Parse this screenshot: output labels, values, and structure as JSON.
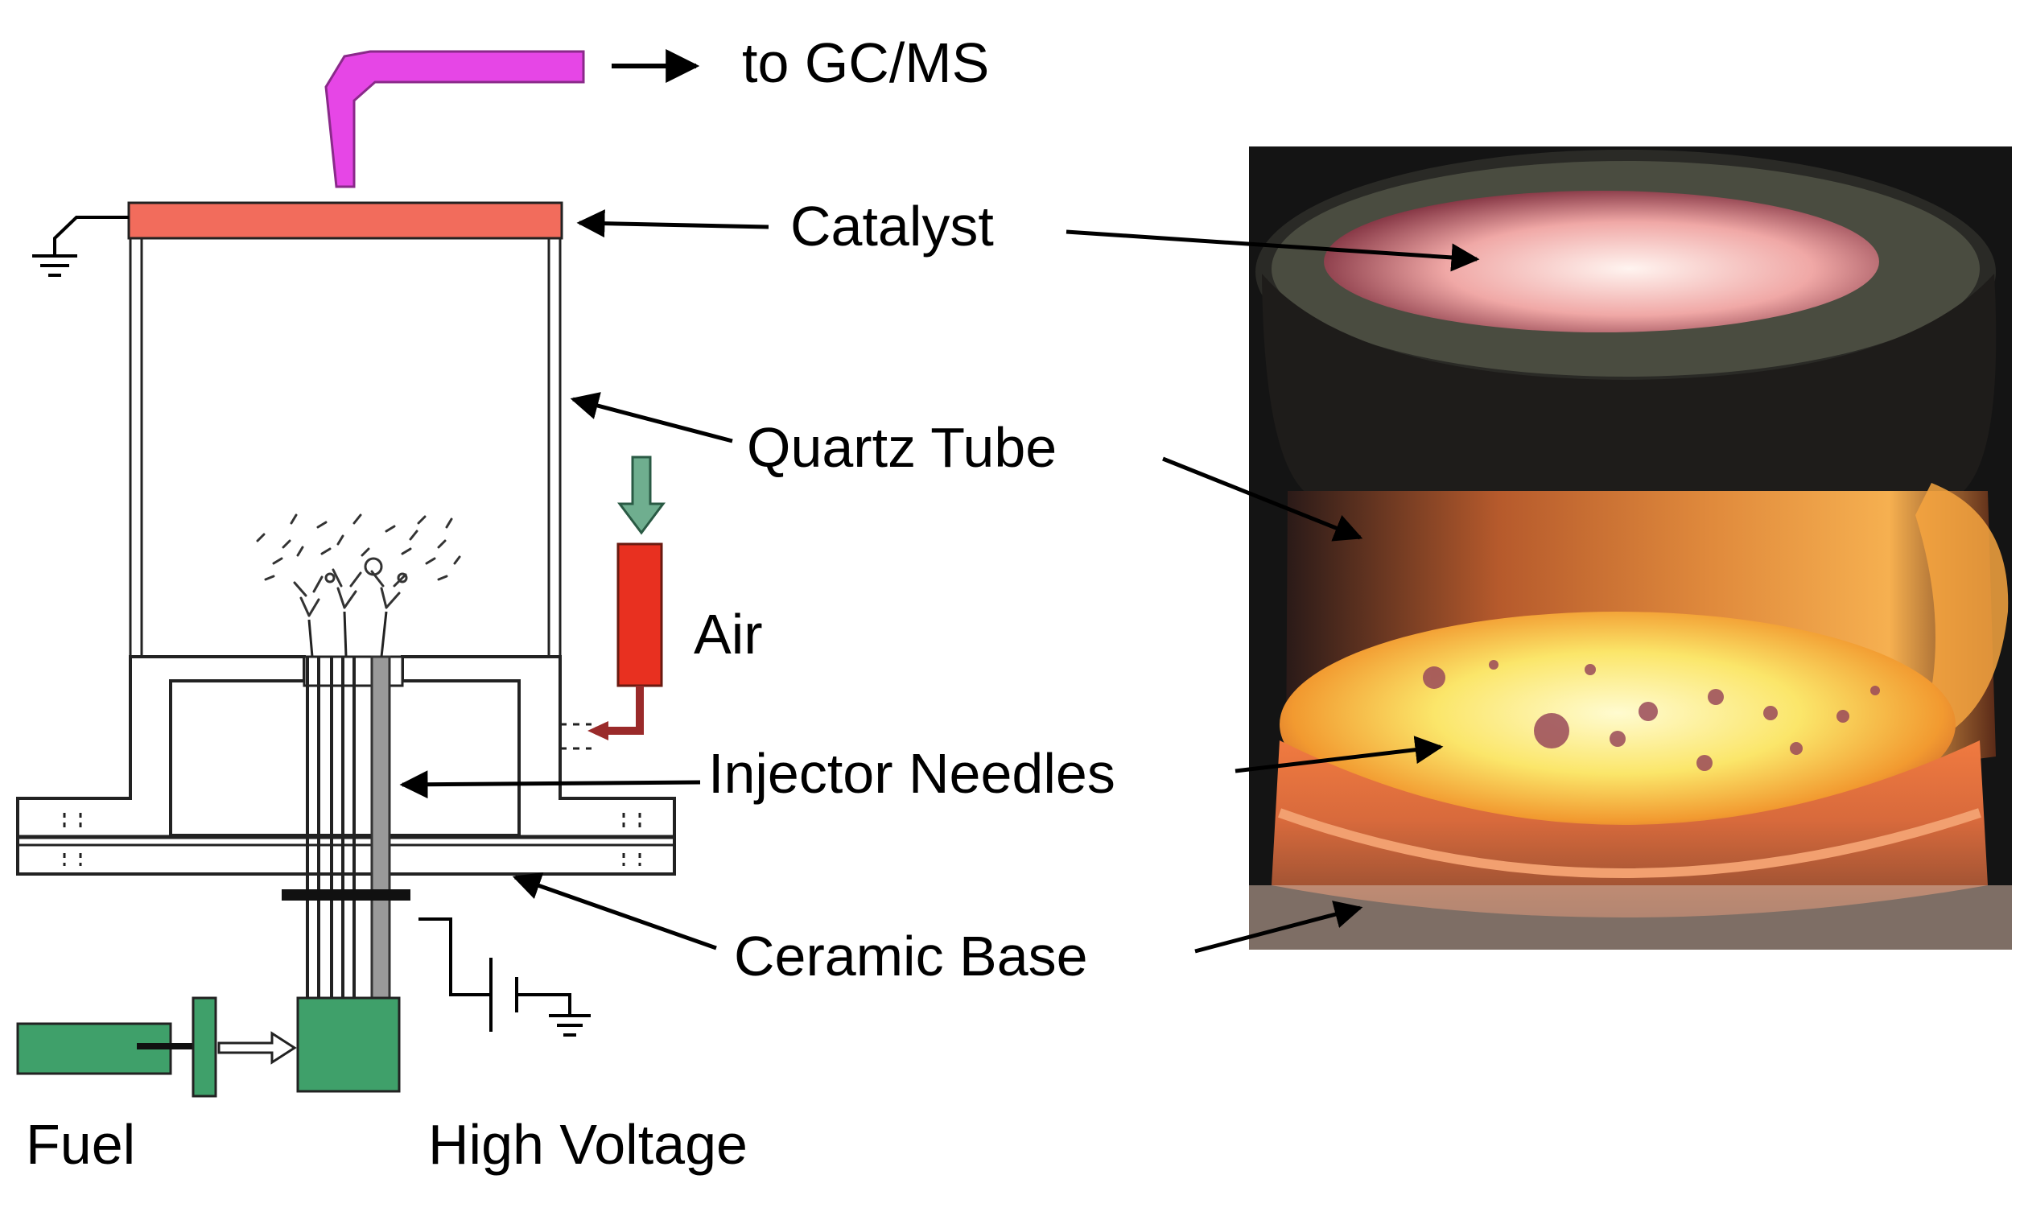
{
  "labels": {
    "to_gcms": "to GC/MS",
    "catalyst": "Catalyst",
    "quartz_tube": "Quartz Tube",
    "air": "Air",
    "injector_needles": "Injector Needles",
    "ceramic_base": "Ceramic Base",
    "fuel": "Fuel",
    "high_voltage": "High Voltage"
  },
  "colors": {
    "catalyst": "#f26c5c",
    "outlet_tube": "#e646e6",
    "air_cartridge": "#e83020",
    "air_arrow": "#6fae8f",
    "air_line": "#9a2a2a",
    "fuel_tank": "#3fa06a",
    "pump": "#3fa06a",
    "photo_background": "#141414"
  },
  "icons": {
    "ground": "ground-icon",
    "battery": "battery-icon"
  }
}
